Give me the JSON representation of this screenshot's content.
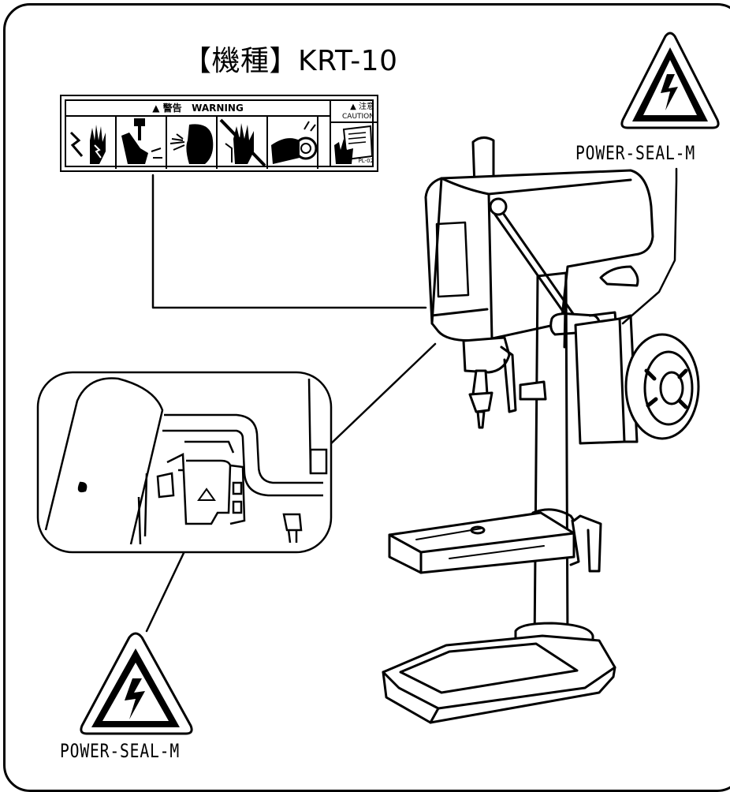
{
  "title": "【機種】KRT-10",
  "seal_label_top": "POWER-SEAL-M",
  "seal_label_bottom": "POWER-SEAL-M",
  "warning_label": {
    "header_jp": "警告",
    "header_en": "WARNING",
    "caution_jp": "注意",
    "caution_en": "CAUTION",
    "code": "PL-02",
    "pictograms": [
      "electric-shock-hand-icon",
      "drill-bit-hand-icon",
      "eye-protection-icon",
      "no-gloves-icon",
      "rotating-belt-hand-icon",
      "read-manual-icon"
    ]
  },
  "colors": {
    "line": "#000000",
    "background": "#ffffff"
  }
}
